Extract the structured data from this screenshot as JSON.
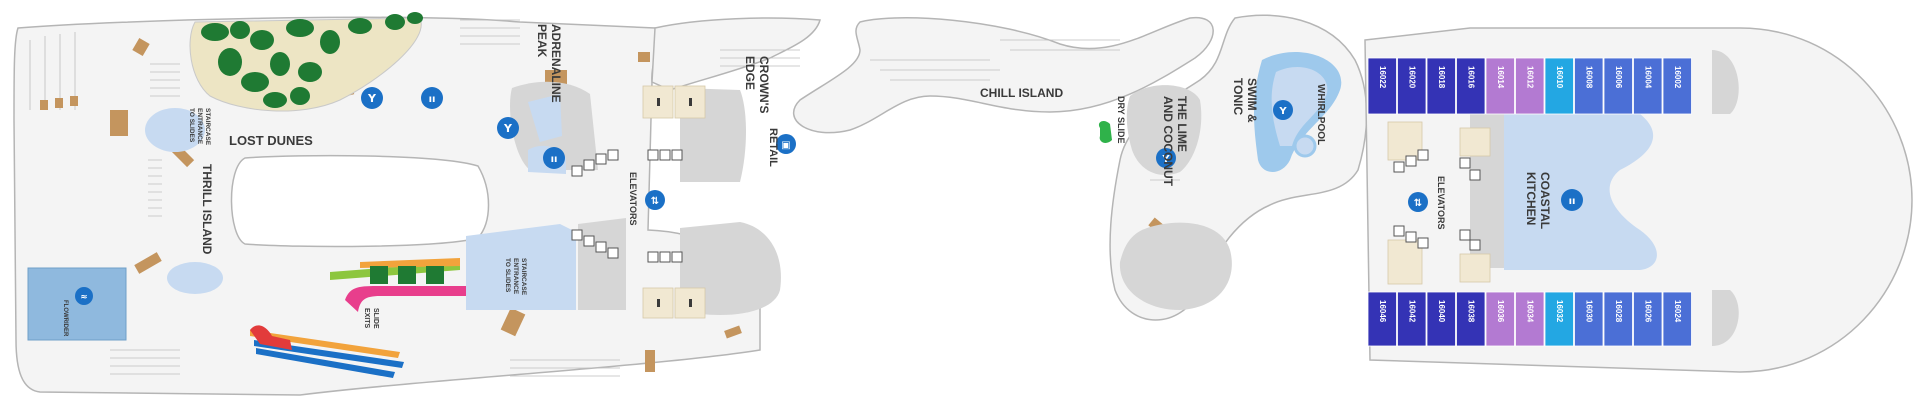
{
  "labels": {
    "lost_dunes": "LOST DUNES",
    "thrill_island": "THRILL ISLAND",
    "staircase_left": [
      "STAIRCASE",
      "ENTRANCE",
      "TO SLIDES"
    ],
    "staircase_mid": [
      "STAIRCASE",
      "ENTRANCE",
      "TO SLIDES"
    ],
    "adrenaline_peak": [
      "ADRENALINE",
      "PEAK"
    ],
    "crowns_edge": [
      "CROWN'S",
      "EDGE"
    ],
    "retail": "RETAIL",
    "elevators_fwd": "ELEVATORS",
    "slide_exits": [
      "SLIDE",
      "EXITS"
    ],
    "flowrider": "FLOWRIDER",
    "chill_island": "CHILL ISLAND",
    "dry_slide": "DRY SLIDE",
    "lime_and_coconut": [
      "THE LIME",
      "AND COCONUT"
    ],
    "swim_and_tonic": [
      "SWIM &",
      "TONIC"
    ],
    "whirlpool": "WHIRLPOOL",
    "elevators_aft": "ELEVATORS",
    "coastal_kitchen": [
      "COASTAL",
      "KITCHEN"
    ]
  },
  "cabins_top": [
    "16022",
    "16020",
    "16018",
    "16016",
    "16014",
    "16012",
    "16010",
    "16008",
    "16006",
    "16004",
    "16002"
  ],
  "cabins_bottom": [
    "16046",
    "16042",
    "16040",
    "16038",
    "16036",
    "16034",
    "16032",
    "16030",
    "16028",
    "16026",
    "16024"
  ],
  "cabin_colors": [
    "#3433b5",
    "#3433b5",
    "#3433b5",
    "#3433b5",
    "#b37ad2",
    "#b37ad2",
    "#23a7e3",
    "#4b6fd6",
    "#4b6fd6",
    "#4b6fd6",
    "#4b6fd6"
  ],
  "icons": {
    "bar": "cocktail-glass-icon",
    "dining": "fork-knife-icon",
    "elevator": "elevator-icon",
    "retail": "shopping-bag-icon",
    "flowrider": "surfer-icon",
    "restroom": "restroom-icon"
  },
  "colors": {
    "hull": "#f4f4f4",
    "outline": "#b5b5b5",
    "venue_grey": "#d6d6d6",
    "venue_blue": "#c7daf1",
    "icon_blue": "#1b70c6",
    "golf_green": "#1f7a33",
    "golf_sand": "#ede5c4",
    "wood": "#c4955e",
    "water": "#9ec9ec"
  }
}
